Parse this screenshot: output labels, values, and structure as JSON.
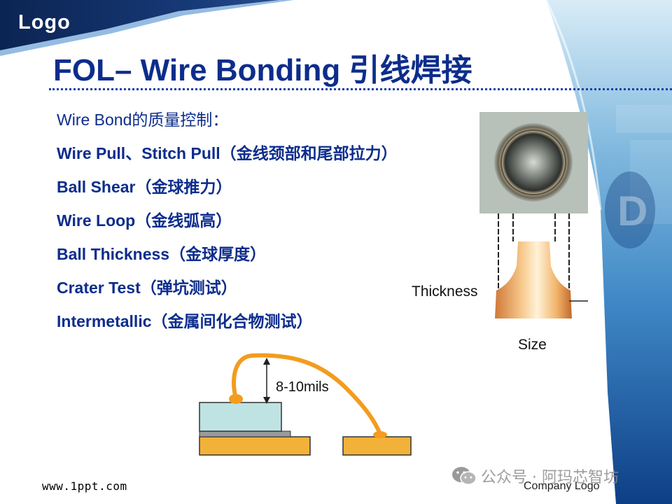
{
  "header": {
    "logo": "Logo",
    "title": "FOL– Wire Bonding 引线焊接"
  },
  "bullets": [
    "Wire Bond的质量控制：",
    "Wire Pull、Stitch  Pull（金线颈部和尾部拉力）",
    "Ball Shear（金球推力）",
    "Wire Loop（金线弧高）",
    "Ball Thickness（金球厚度）",
    "Crater Test（弹坑测试）",
    "Intermetallic（金属间化合物测试）"
  ],
  "figure": {
    "thickness_label": "Thickness",
    "size_label": "Size",
    "loop_height_label": "8-10mils"
  },
  "footer": {
    "website": "www.1ppt.com",
    "company": "Company Logo",
    "watermark": "公众号 · 阿玛芯智坊"
  },
  "colors": {
    "title": "#0d2d8c",
    "wire": "#f39c1e",
    "die": "#bfe3e3",
    "substrate": "#f2b23a"
  }
}
